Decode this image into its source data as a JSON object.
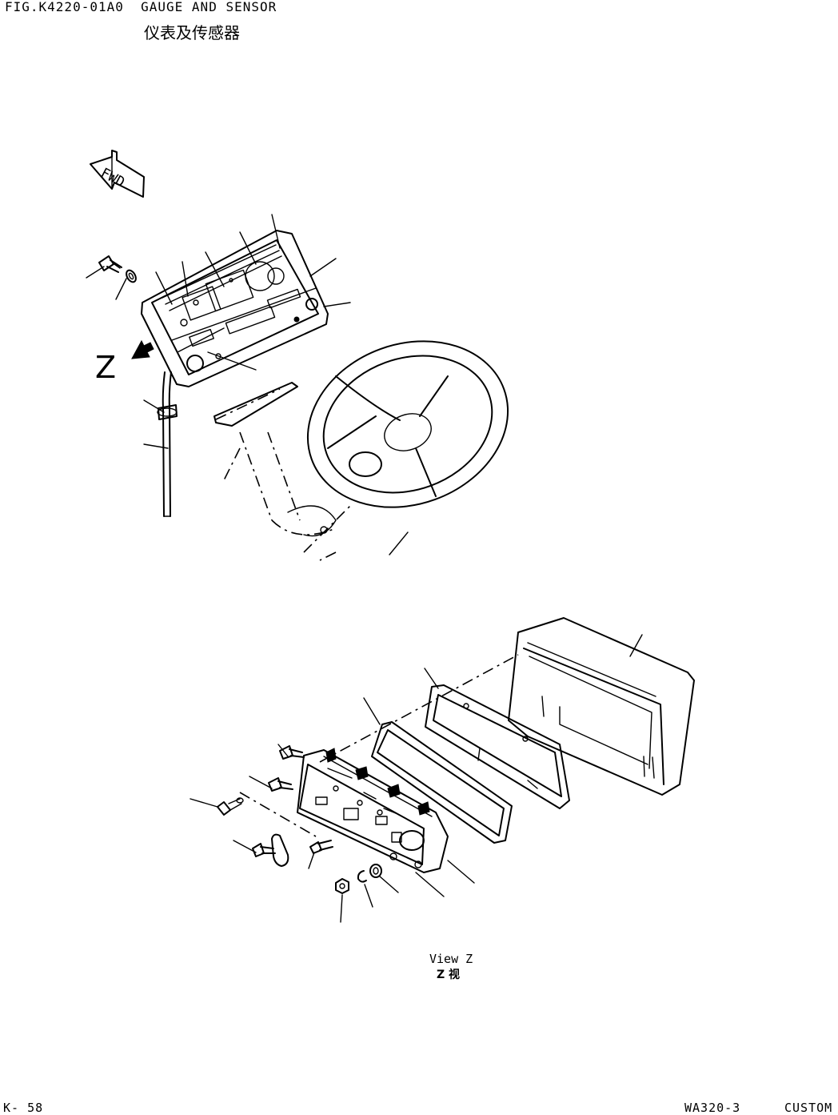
{
  "header": {
    "figure_title": "FIG.K4220-01A0  GAUGE AND SENSOR",
    "figure_title_cn": "仪表及传感器"
  },
  "diagram": {
    "direction_marker": "FWD",
    "view_arrow_letter": "Z",
    "view_caption": "View Z",
    "view_caption_cn": "Z 视"
  },
  "footer": {
    "page_number": "K- 58",
    "model_code": "WA320-3",
    "edition": "CUSTOM"
  }
}
